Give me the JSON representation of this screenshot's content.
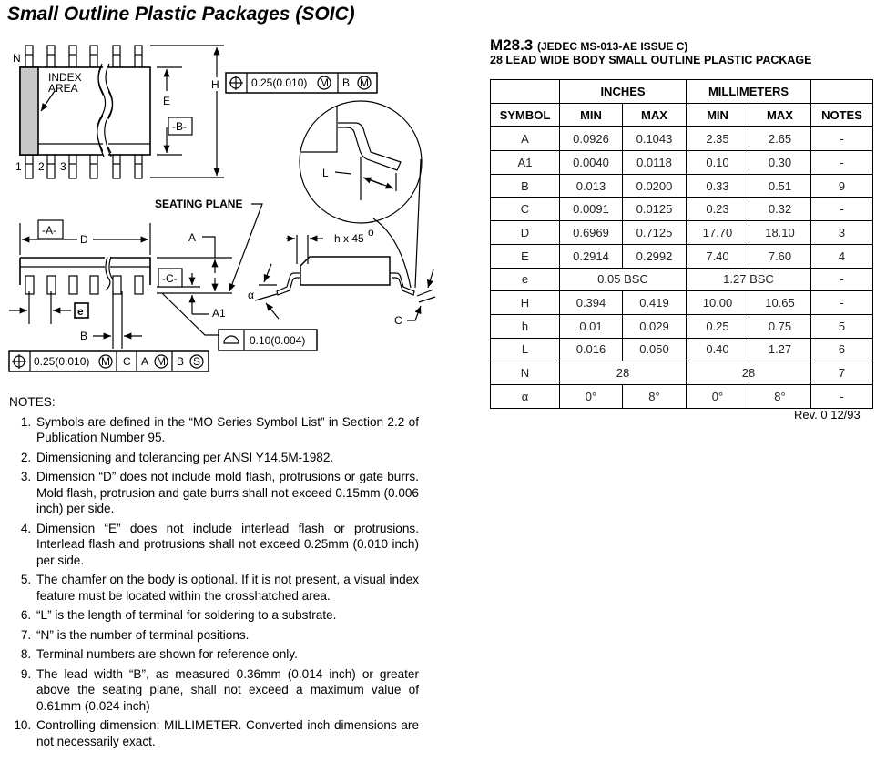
{
  "title": "Small Outline Plastic Packages (SOIC)",
  "diagram": {
    "n": "N",
    "index_area_1": "INDEX",
    "index_area_2": "AREA",
    "pin1": "1",
    "pin2": "2",
    "pin3": "3",
    "E": "E",
    "datum_b": "-B-",
    "H": "H",
    "fcf_top_value": "0.25(0.010)",
    "fcf_top_ref": "B",
    "seating_plane": "SEATING PLANE",
    "datum_a": "-A-",
    "D": "D",
    "A": "A",
    "datum_c": "-C-",
    "A1": "A1",
    "e": "e",
    "B": "B",
    "flatness_value": "0.10(0.004)",
    "fcf_bottom_value": "0.25(0.010)",
    "fcf_bottom_c": "C",
    "fcf_bottom_a": "A",
    "fcf_bottom_b": "B",
    "L": "L",
    "h45": "h x 45",
    "deg": "o",
    "alpha": "α",
    "C": "C",
    "M": "M",
    "S": "S"
  },
  "package": {
    "code": "M28.3",
    "jedec": "(JEDEC MS-013-AE ISSUE C)",
    "description": "28 LEAD WIDE BODY SMALL OUTLINE PLASTIC PACKAGE"
  },
  "table": {
    "symbol": "SYMBOL",
    "inches": "INCHES",
    "millimeters": "MILLIMETERS",
    "notes": "NOTES",
    "min": "MIN",
    "max": "MAX",
    "rows": [
      [
        "A",
        "0.0926",
        "0.1043",
        "2.35",
        "2.65",
        "-"
      ],
      [
        "A1",
        "0.0040",
        "0.0118",
        "0.10",
        "0.30",
        "-"
      ],
      [
        "B",
        "0.013",
        "0.0200",
        "0.33",
        "0.51",
        "9"
      ],
      [
        "C",
        "0.0091",
        "0.0125",
        "0.23",
        "0.32",
        "-"
      ],
      [
        "D",
        "0.6969",
        "0.7125",
        "17.70",
        "18.10",
        "3"
      ],
      [
        "E",
        "0.2914",
        "0.2992",
        "7.40",
        "7.60",
        "4"
      ],
      [
        "H",
        "0.394",
        "0.419",
        "10.00",
        "10.65",
        "-"
      ],
      [
        "h",
        "0.01",
        "0.029",
        "0.25",
        "0.75",
        "5"
      ],
      [
        "L",
        "0.016",
        "0.050",
        "0.40",
        "1.27",
        "6"
      ]
    ],
    "e_row": [
      "e",
      "0.05 BSC",
      "1.27 BSC",
      "-"
    ],
    "n_row": [
      "N",
      "28",
      "28",
      "7"
    ],
    "alpha_row": [
      "α",
      "0°",
      "8°",
      "0°",
      "8°",
      "-"
    ]
  },
  "revision": "Rev. 0 12/93",
  "notes": {
    "heading": "NOTES:",
    "items": [
      "Symbols are defined in the “MO Series Symbol List” in Section 2.2 of Publication Number 95.",
      "Dimensioning and tolerancing per ANSI Y14.5M-1982.",
      "Dimension “D” does not include mold flash, protrusions or gate burrs. Mold flash, protrusion and gate burrs shall not exceed 0.15mm (0.006 inch) per side.",
      "Dimension “E” does not include interlead flash or protrusions. Interlead flash and protrusions shall not exceed 0.25mm (0.010 inch) per side.",
      "The chamfer on the body is optional. If it is not present, a visual index feature must be located within the crosshatched area.",
      "“L” is the length of terminal for soldering to a substrate.",
      "“N” is the number of terminal positions.",
      "Terminal numbers are shown for reference only.",
      "The lead width “B”, as measured 0.36mm (0.014 inch) or greater above the seating plane, shall not exceed a maximum value of 0.61mm (0.024 inch)",
      "Controlling dimension: MILLIMETER. Converted inch dimensions are not necessarily exact."
    ]
  }
}
